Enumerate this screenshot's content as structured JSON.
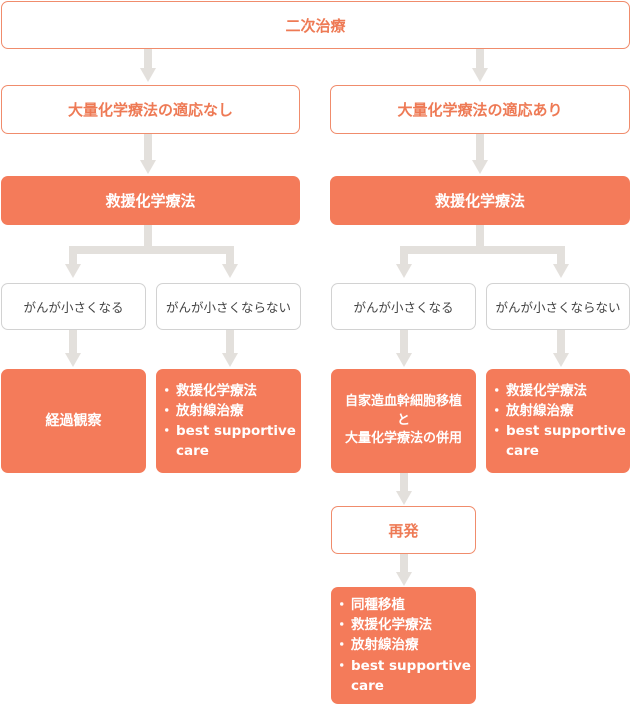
{
  "top": "二次治療",
  "branches": {
    "left": {
      "header": "大量化学療法の適応なし",
      "treatment": "救援化学療法",
      "shrink": "がんが小さくなる",
      "no_shrink": "がんが小さくならない",
      "shrink_result": "経過観察",
      "no_shrink_result": [
        "救援化学療法",
        "放射線治療",
        "best supportive care"
      ]
    },
    "right": {
      "header": "大量化学療法の適応あり",
      "treatment": "救援化学療法",
      "shrink": "がんが小さくなる",
      "no_shrink": "がんが小さくならない",
      "shrink_result": [
        "自家造血幹細胞移植",
        "と",
        "大量化学療法の併用"
      ],
      "no_shrink_result": [
        "救援化学療法",
        "放射線治療",
        "best supportive care"
      ],
      "relapse": "再発",
      "relapse_result": [
        "同種移植",
        "救援化学療法",
        "放射線治療",
        "best supportive care"
      ]
    }
  },
  "colors": {
    "accent": "#f47b5a",
    "outline": "#f08c6c",
    "connector": "#e3e0dc"
  }
}
